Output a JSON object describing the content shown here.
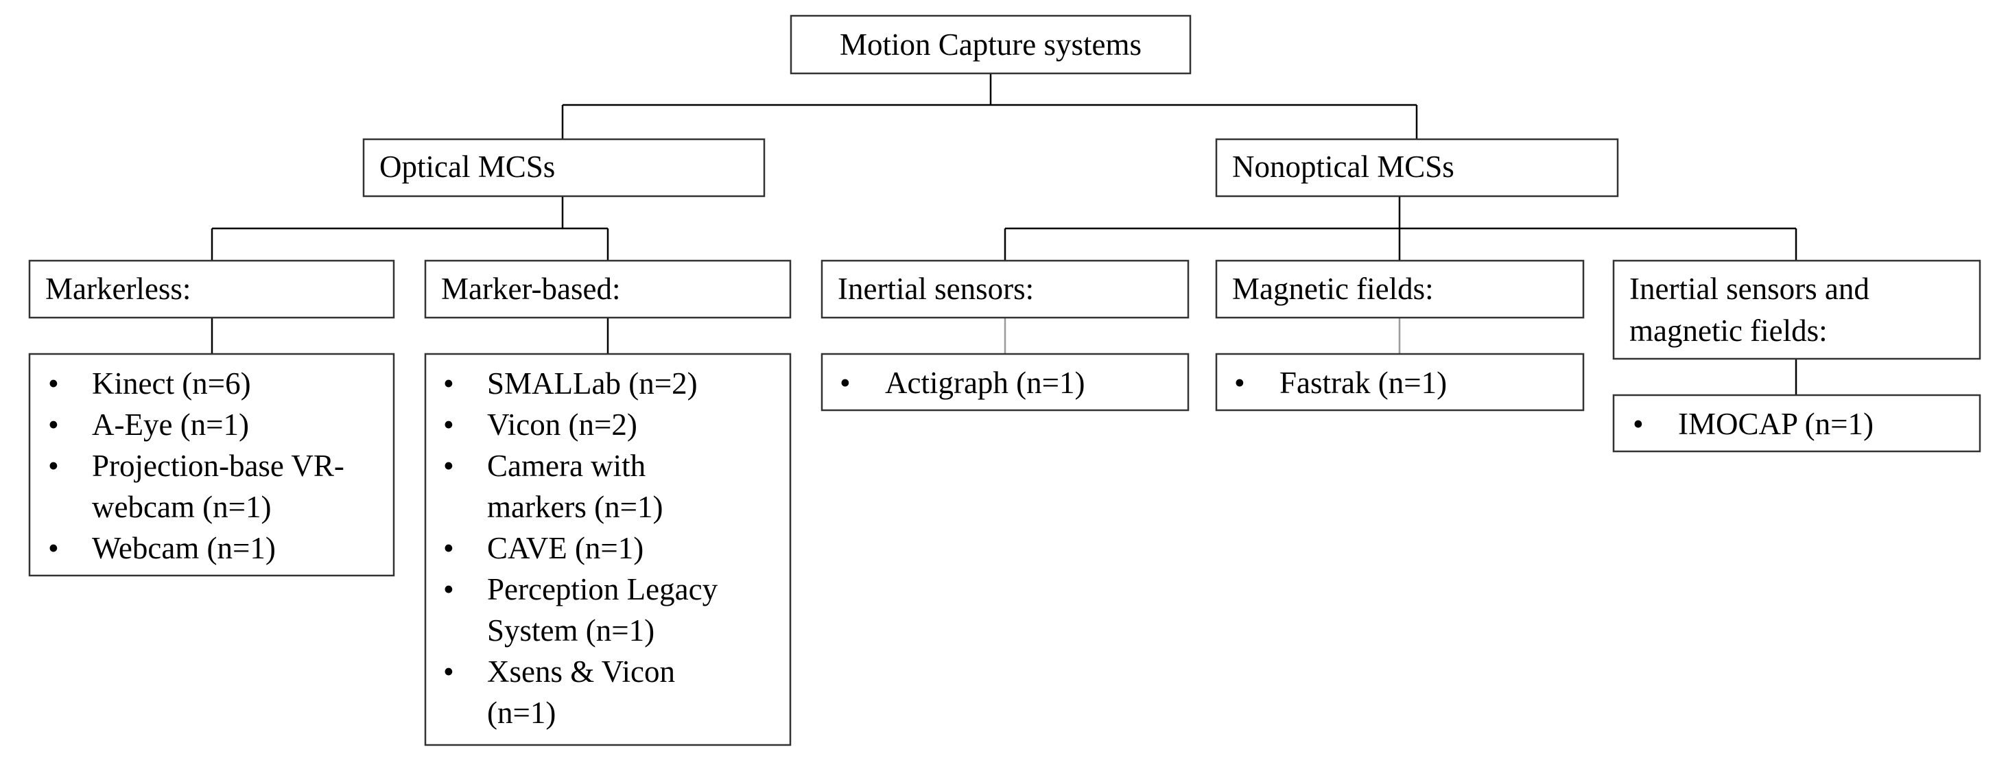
{
  "diagram": {
    "root": "Motion Capture systems",
    "branches": {
      "optical": "Optical MCSs",
      "nonoptical": "Nonoptical MCSs"
    },
    "categories": {
      "markerless": "Markerless:",
      "marker_based": "Marker-based:",
      "inertial": "Inertial sensors:",
      "magnetic": "Magnetic fields:",
      "inertial_magnetic_line1": "Inertial sensors and",
      "inertial_magnetic_line2": "magnetic fields:"
    },
    "bullet": "•",
    "items": {
      "markerless": [
        "Kinect (n=6)",
        "A-Eye (n=1)",
        "Projection-base VR-",
        "webcam (n=1)",
        "Webcam (n=1)"
      ],
      "marker_based": [
        "SMALLab (n=2)",
        "Vicon (n=2)",
        "Camera with",
        "markers (n=1)",
        "CAVE (n=1)",
        "Perception Legacy",
        "System (n=1)",
        "Xsens & Vicon",
        "(n=1)"
      ],
      "inertial": [
        "Actigraph (n=1)"
      ],
      "magnetic": [
        "Fastrak (n=1)"
      ],
      "inertial_magnetic": [
        "IMOCAP (n=1)"
      ]
    }
  }
}
